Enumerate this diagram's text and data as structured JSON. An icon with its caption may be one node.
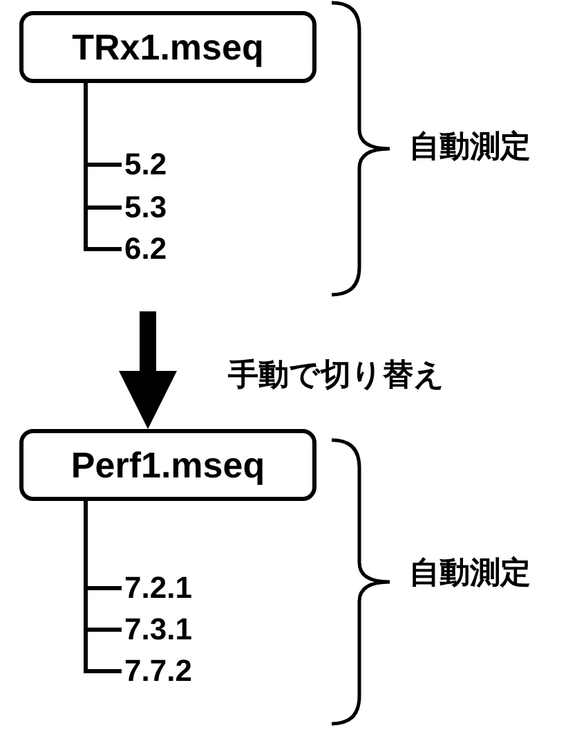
{
  "diagram": {
    "nodes": [
      {
        "text": [
          "TRx1.mseq"
        ]
      },
      {
        "text": [
          "5.2"
        ]
      },
      {
        "text": [
          "5.3"
        ]
      },
      {
        "text": [
          "6.2"
        ]
      },
      {
        "text": [
          "Perf1.mseq"
        ]
      },
      {
        "text": [
          "7.2.1"
        ]
      },
      {
        "text": [
          "7.3.1"
        ]
      },
      {
        "text": [
          "7.7.2"
        ]
      }
    ],
    "edges": [
      {
        "from": 0,
        "to": 1,
        "arrow": "none"
      },
      {
        "from": 0,
        "to": 2,
        "arrow": "none"
      },
      {
        "from": 0,
        "to": 3,
        "arrow": "none"
      },
      {
        "from": null,
        "to": 4,
        "arrow": "to",
        "label": "手動で切り替え",
        "style": "thick"
      },
      {
        "from": 4,
        "to": 5,
        "arrow": "none"
      },
      {
        "from": 4,
        "to": 6,
        "arrow": "none"
      },
      {
        "from": 4,
        "to": 7,
        "arrow": "none"
      }
    ],
    "labels": [
      "自動測定",
      "自動測定"
    ]
  }
}
